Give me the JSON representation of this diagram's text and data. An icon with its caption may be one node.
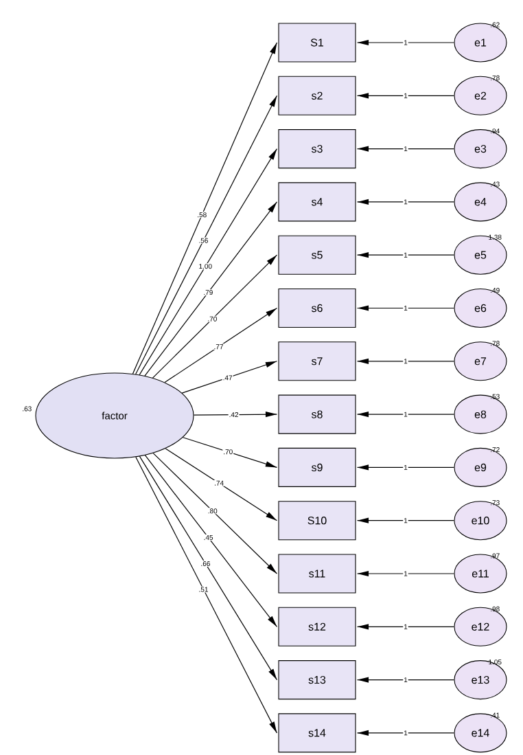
{
  "diagram": {
    "nodes": [
      {
        "text": [
          "factor"
        ],
        "beside": [
          ".63"
        ]
      },
      {
        "text": [
          "S1"
        ]
      },
      {
        "text": [
          "s2"
        ]
      },
      {
        "text": [
          "s3"
        ]
      },
      {
        "text": [
          "s4"
        ]
      },
      {
        "text": [
          "s5"
        ]
      },
      {
        "text": [
          "s6"
        ]
      },
      {
        "text": [
          "s7"
        ]
      },
      {
        "text": [
          "s8"
        ]
      },
      {
        "text": [
          "s9"
        ]
      },
      {
        "text": [
          "S10"
        ]
      },
      {
        "text": [
          "s11"
        ]
      },
      {
        "text": [
          "s12"
        ]
      },
      {
        "text": [
          "s13"
        ]
      },
      {
        "text": [
          "s14"
        ]
      },
      {
        "text": [
          "e1"
        ],
        "beside": [
          ".62"
        ]
      },
      {
        "text": [
          "e2"
        ],
        "beside": [
          ".78"
        ]
      },
      {
        "text": [
          "e3"
        ],
        "beside": [
          ".94"
        ]
      },
      {
        "text": [
          "e4"
        ],
        "beside": [
          ".43"
        ]
      },
      {
        "text": [
          "e5"
        ],
        "beside": [
          "1.38"
        ]
      },
      {
        "text": [
          "e6"
        ],
        "beside": [
          ".49"
        ]
      },
      {
        "text": [
          "e7"
        ],
        "beside": [
          ".78"
        ]
      },
      {
        "text": [
          "e8"
        ],
        "beside": [
          ".53"
        ]
      },
      {
        "text": [
          "e9"
        ],
        "beside": [
          ".72"
        ]
      },
      {
        "text": [
          "e10"
        ],
        "beside": [
          ".73"
        ]
      },
      {
        "text": [
          "e11"
        ],
        "beside": [
          ".97"
        ]
      },
      {
        "text": [
          "e12"
        ],
        "beside": [
          ".98"
        ]
      },
      {
        "text": [
          "e13"
        ],
        "beside": [
          "1.05"
        ]
      },
      {
        "text": [
          "e14"
        ],
        "beside": [
          ".41"
        ]
      }
    ],
    "edges": [
      {
        "from": 0,
        "to": 1,
        "arrow": "to",
        "label": ".58"
      },
      {
        "from": 0,
        "to": 2,
        "arrow": "to",
        "label": ".56"
      },
      {
        "from": 0,
        "to": 3,
        "arrow": "to",
        "label": "1.00"
      },
      {
        "from": 0,
        "to": 4,
        "arrow": "to",
        "label": ".79"
      },
      {
        "from": 0,
        "to": 5,
        "arrow": "to",
        "label": ".70"
      },
      {
        "from": 0,
        "to": 6,
        "arrow": "to",
        "label": ".77"
      },
      {
        "from": 0,
        "to": 7,
        "arrow": "to",
        "label": ".47"
      },
      {
        "from": 0,
        "to": 8,
        "arrow": "to",
        "label": ".42"
      },
      {
        "from": 0,
        "to": 9,
        "arrow": "to",
        "label": ".70"
      },
      {
        "from": 0,
        "to": 10,
        "arrow": "to",
        "label": ".74"
      },
      {
        "from": 0,
        "to": 11,
        "arrow": "to",
        "label": ".80"
      },
      {
        "from": 0,
        "to": 12,
        "arrow": "to",
        "label": ".45"
      },
      {
        "from": 0,
        "to": 13,
        "arrow": "to",
        "label": ".66"
      },
      {
        "from": 0,
        "to": 14,
        "arrow": "to",
        "label": ".51"
      },
      {
        "from": 15,
        "to": 1,
        "arrow": "to",
        "label": "1"
      },
      {
        "from": 16,
        "to": 2,
        "arrow": "to",
        "label": "1"
      },
      {
        "from": 17,
        "to": 3,
        "arrow": "to",
        "label": "1"
      },
      {
        "from": 18,
        "to": 4,
        "arrow": "to",
        "label": "1"
      },
      {
        "from": 19,
        "to": 5,
        "arrow": "to",
        "label": "1"
      },
      {
        "from": 20,
        "to": 6,
        "arrow": "to",
        "label": "1"
      },
      {
        "from": 21,
        "to": 7,
        "arrow": "to",
        "label": "1"
      },
      {
        "from": 22,
        "to": 8,
        "arrow": "to",
        "label": "1"
      },
      {
        "from": 23,
        "to": 9,
        "arrow": "to",
        "label": "1"
      },
      {
        "from": 24,
        "to": 10,
        "arrow": "to",
        "label": "1"
      },
      {
        "from": 25,
        "to": 11,
        "arrow": "to",
        "label": "1"
      },
      {
        "from": 26,
        "to": 12,
        "arrow": "to",
        "label": "1"
      },
      {
        "from": 27,
        "to": 13,
        "arrow": "to",
        "label": "1"
      },
      {
        "from": 28,
        "to": 14,
        "arrow": "to",
        "label": "1"
      }
    ]
  }
}
